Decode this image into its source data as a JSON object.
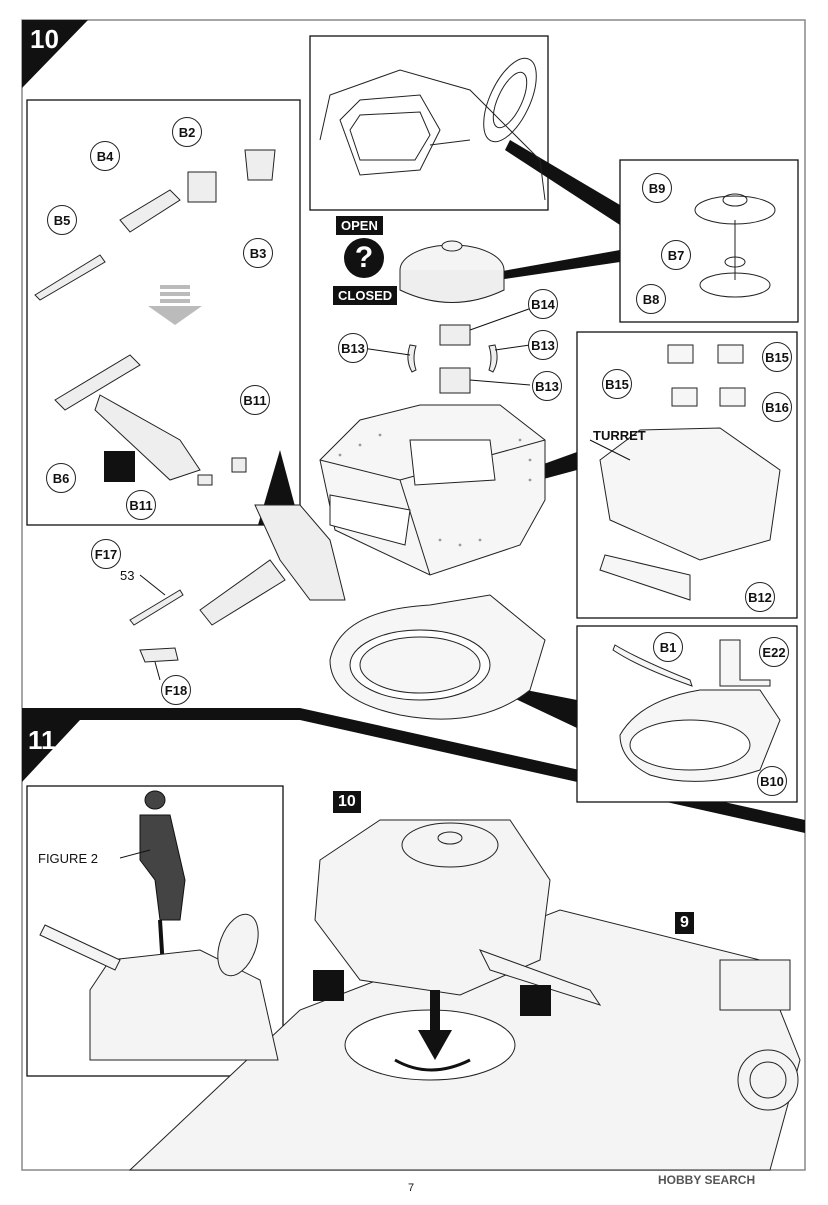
{
  "steps": {
    "s10": "10",
    "s11": "11",
    "ref10": "10",
    "ref9": "9"
  },
  "labels": {
    "B1": "B1",
    "B2": "B2",
    "B3": "B3",
    "B4": "B4",
    "B5": "B5",
    "B6": "B6",
    "B7": "B7",
    "B8": "B8",
    "B9": "B9",
    "B10": "B10",
    "B11a": "B11",
    "B11b": "B11",
    "B12": "B12",
    "B13a": "B13",
    "B13b": "B13",
    "B13c": "B13",
    "B14": "B14",
    "B15a": "B15",
    "B15b": "B15",
    "B16": "B16",
    "E22": "E22",
    "F17": "F17",
    "F18": "F18"
  },
  "texts": {
    "open": "OPEN",
    "closed": "CLOSED",
    "question": "?",
    "turret": "TURRET",
    "figure": "FIGURE 2",
    "num53": "53",
    "page": "7",
    "watermark": "HOBBY SEARCH"
  }
}
